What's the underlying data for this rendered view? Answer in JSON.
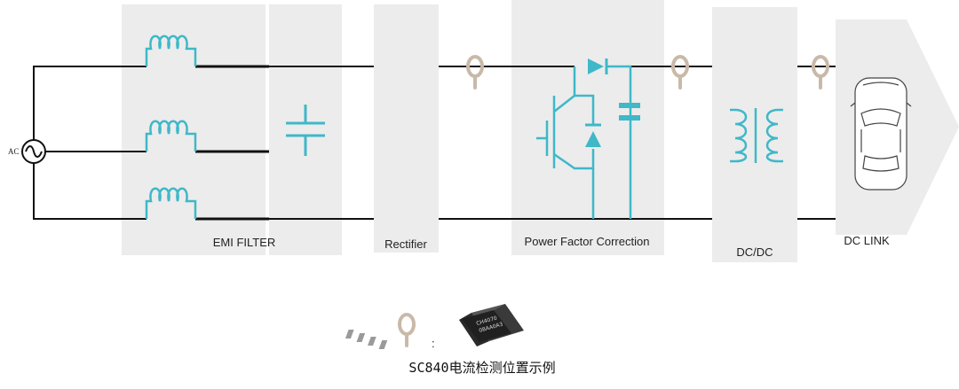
{
  "ac_label": "AC",
  "blocks": [
    {
      "id": "emi",
      "label": "EMI FILTER"
    },
    {
      "id": "rect",
      "label": "Rectifier"
    },
    {
      "id": "pfc",
      "label": "Power Factor Correction"
    },
    {
      "id": "dcdc",
      "label": "DC/DC"
    },
    {
      "id": "dclink",
      "label": "DC LINK"
    }
  ],
  "legend": {
    "separator": ":",
    "chip_text": [
      "CH4070",
      "08AA0A3"
    ],
    "caption": "SC840电流检测位置示例"
  },
  "colors": {
    "wire": "#111111",
    "teal": "#3fb8c8",
    "block_bg": "#ececec",
    "sensor": "#c9b9a9"
  },
  "icons": [
    "ac-source-icon",
    "inductor-icon",
    "capacitor-icon",
    "igbt-icon",
    "diode-icon",
    "transformer-icon",
    "current-sensor-icon",
    "car-icon",
    "sc840-chip-icon"
  ]
}
